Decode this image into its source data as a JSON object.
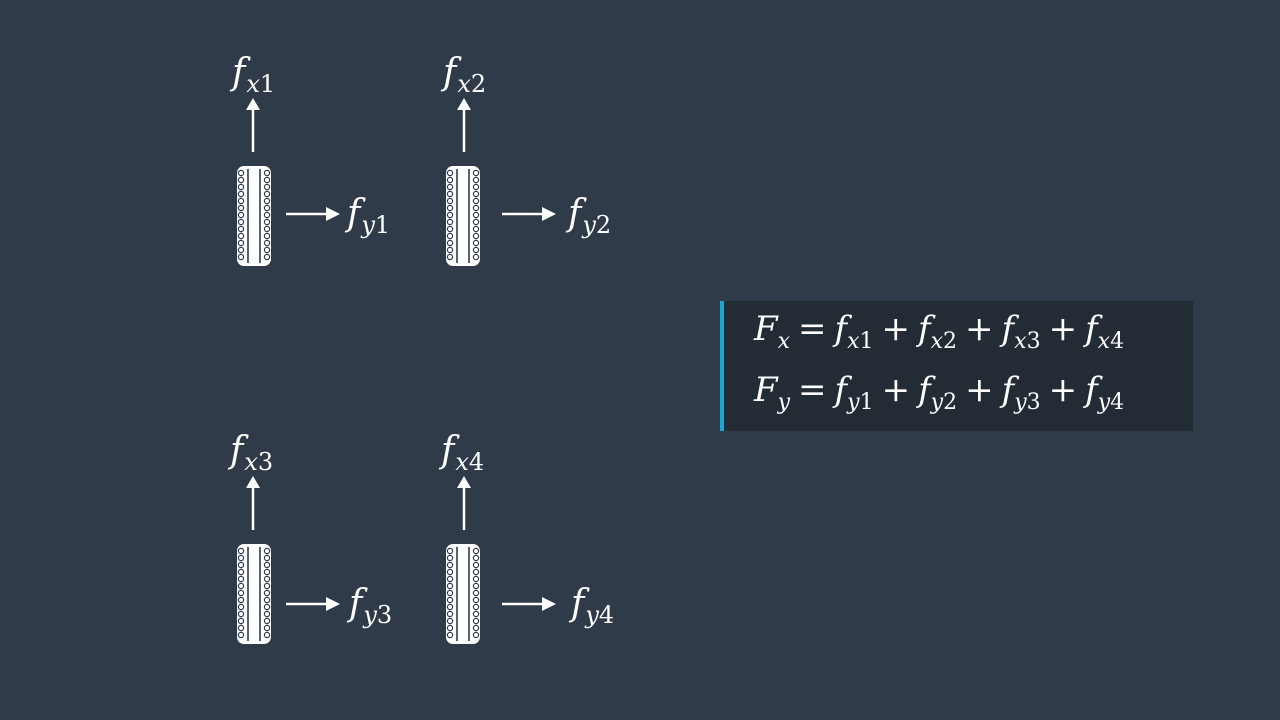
{
  "wheels": [
    {
      "id": "1",
      "fx_sym": "f",
      "fx_sub_var": "x",
      "fx_sub_num": "1",
      "fy_sym": "f",
      "fy_sub_var": "y",
      "fy_sub_num": "1"
    },
    {
      "id": "2",
      "fx_sym": "f",
      "fx_sub_var": "x",
      "fx_sub_num": "2",
      "fy_sym": "f",
      "fy_sub_var": "y",
      "fy_sub_num": "2"
    },
    {
      "id": "3",
      "fx_sym": "f",
      "fx_sub_var": "x",
      "fx_sub_num": "3",
      "fy_sym": "f",
      "fy_sub_var": "y",
      "fy_sub_num": "3"
    },
    {
      "id": "4",
      "fx_sym": "f",
      "fx_sub_var": "x",
      "fx_sub_num": "4",
      "fy_sym": "f",
      "fy_sub_var": "y",
      "fy_sub_num": "4"
    }
  ],
  "equations": {
    "Fx": {
      "lhs_sym": "F",
      "lhs_sub": "x",
      "eq": "=",
      "plus": "+",
      "terms": [
        {
          "sym": "f",
          "sub_var": "x",
          "sub_num": "1"
        },
        {
          "sym": "f",
          "sub_var": "x",
          "sub_num": "2"
        },
        {
          "sym": "f",
          "sub_var": "x",
          "sub_num": "3"
        },
        {
          "sym": "f",
          "sub_var": "x",
          "sub_num": "4"
        }
      ]
    },
    "Fy": {
      "lhs_sym": "F",
      "lhs_sub": "y",
      "eq": "=",
      "plus": "+",
      "terms": [
        {
          "sym": "f",
          "sub_var": "y",
          "sub_num": "1"
        },
        {
          "sym": "f",
          "sub_var": "y",
          "sub_num": "2"
        },
        {
          "sym": "f",
          "sub_var": "y",
          "sub_num": "3"
        },
        {
          "sym": "f",
          "sub_var": "y",
          "sub_num": "4"
        }
      ]
    }
  },
  "colors": {
    "background": "#2f3b48",
    "foreground": "#ffffff",
    "equation_box": "#232b34",
    "accent": "#17a9d4"
  }
}
